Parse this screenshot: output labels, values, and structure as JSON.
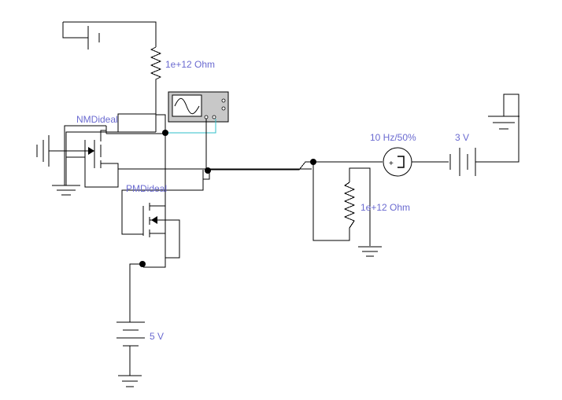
{
  "colors": {
    "wire": "#000000",
    "label": "#6a6ad0",
    "probe_wire": "#2fbfc8",
    "scope_body": "#c8c8c8"
  },
  "components": {
    "resistor_top": {
      "label": "1e+12  Ohm"
    },
    "resistor_bottom": {
      "label": "1e+12  Ohm"
    },
    "nmos": {
      "label": "NMDideal"
    },
    "pmos": {
      "label": "PMDideal"
    },
    "clock_source": {
      "label": "10 Hz/50%"
    },
    "battery_3v": {
      "label": "3 V"
    },
    "battery_5v": {
      "label": "5 V"
    },
    "oscilloscope": {
      "icon": "sine-wave-icon"
    }
  }
}
